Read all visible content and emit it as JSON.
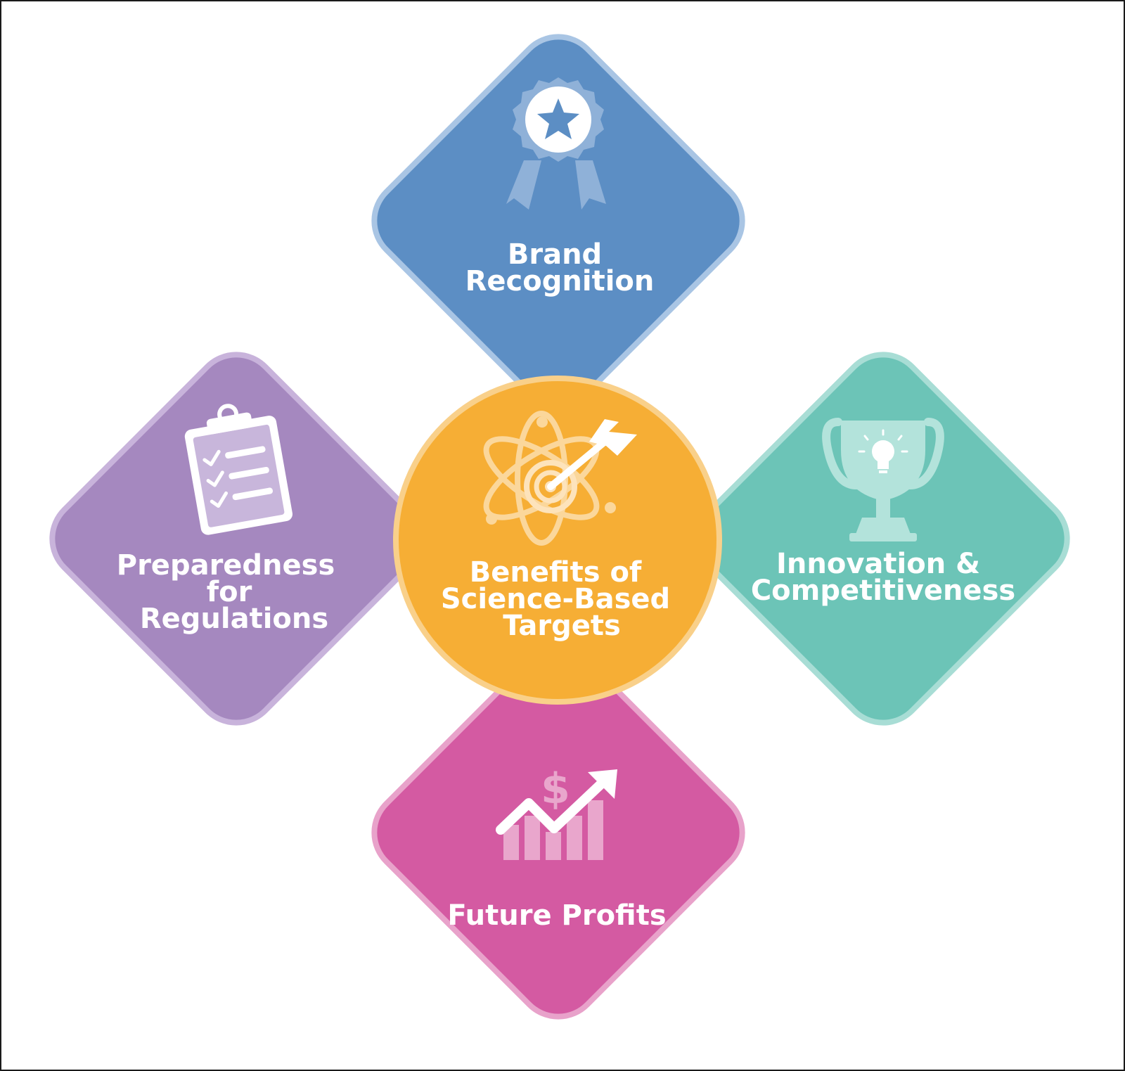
{
  "diagram": {
    "center": {
      "lines": [
        "Benefits of",
        "Science-Based",
        "Targets"
      ],
      "icon": "atom-target-icon",
      "color": "#F6AE35"
    },
    "nodes": [
      {
        "id": "brand",
        "lines": [
          "Brand",
          "Recognition"
        ],
        "icon": "award-ribbon-icon",
        "color": "#5C8EC4"
      },
      {
        "id": "preparedness",
        "lines": [
          "Preparedness",
          "for",
          "Regulations"
        ],
        "icon": "clipboard-checklist-icon",
        "color": "#A588BF"
      },
      {
        "id": "innovation",
        "lines": [
          "Innovation &",
          "Competitiveness"
        ],
        "icon": "trophy-lightbulb-icon",
        "color": "#6CC4B7"
      },
      {
        "id": "profits",
        "lines": [
          "Future Profits"
        ],
        "icon": "dollar-growth-chart-icon",
        "color": "#D45AA2"
      }
    ]
  }
}
